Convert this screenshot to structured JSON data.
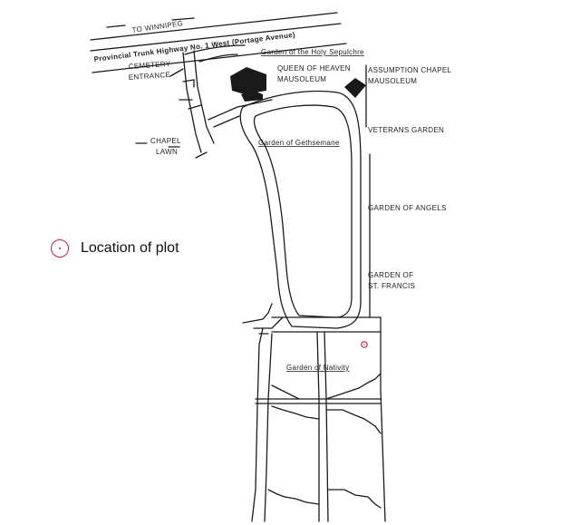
{
  "map": {
    "labels": {
      "to_winnipeg": "TO WINNIPEG",
      "highway": "Provincial Trunk Highway No. 1 West (Portage Avenue)",
      "cemetery_entrance_1": "CEMETERY",
      "cemetery_entrance_2": "ENTRANCE",
      "holy_sepulchre": "Garden of the Holy Sepulchre",
      "queen_of_heaven_1": "QUEEN OF HEAVEN",
      "queen_of_heaven_2": "MAUSOLEUM",
      "assumption_1": "ASSUMPTION CHAPEL",
      "assumption_2": "MAUSOLEUM",
      "chapel_lawn_1": "CHAPEL",
      "chapel_lawn_2": "LAWN",
      "gethsemane": "Garden of Gethsemane",
      "veterans": "VETERANS GARDEN",
      "angels": "GARDEN OF ANGELS",
      "st_francis_1": "GARDEN OF",
      "st_francis_2": "ST. FRANCIS",
      "nativity": "Garden of Nativity"
    },
    "plot_marker_color": "#b5245a"
  },
  "legend": {
    "label": "Location of plot",
    "marker_color": "#b5245a"
  }
}
